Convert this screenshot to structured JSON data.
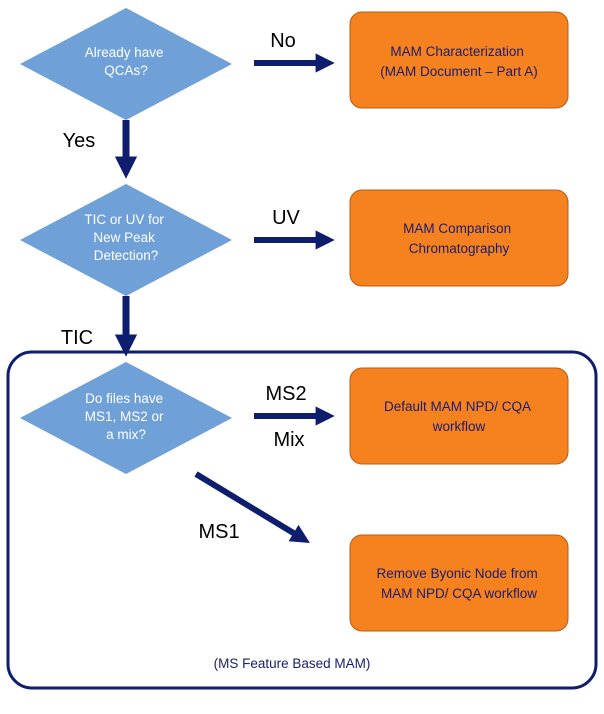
{
  "decisions": {
    "qcas": [
      "Already have",
      "QCAs?"
    ],
    "peak": [
      "TIC or UV for",
      "New Peak",
      "Detection?"
    ],
    "files": [
      "Do files have",
      "MS1, MS2 or",
      "a mix?"
    ]
  },
  "boxes": {
    "characterization": [
      "MAM Characterization",
      "(MAM Document – Part A)"
    ],
    "comparison": [
      "MAM Comparison",
      "Chromatography"
    ],
    "default_workflow": [
      "Default MAM NPD/ CQA",
      "workflow"
    ],
    "remove_byonic": [
      "Remove Byonic Node from",
      "MAM NPD/ CQA workflow"
    ]
  },
  "edges": {
    "no": "No",
    "yes": "Yes",
    "uv": "UV",
    "tic": "TIC",
    "ms2": "MS2",
    "mix": "Mix",
    "ms1": "MS1"
  },
  "container_label": "(MS Feature Based MAM)",
  "colors": {
    "diamond": "#6fa0d8",
    "box_fill": "#f5821f",
    "box_stroke": "#b85c12",
    "arrow": "#0f1d6e",
    "container_stroke": "#0f1d6e"
  }
}
